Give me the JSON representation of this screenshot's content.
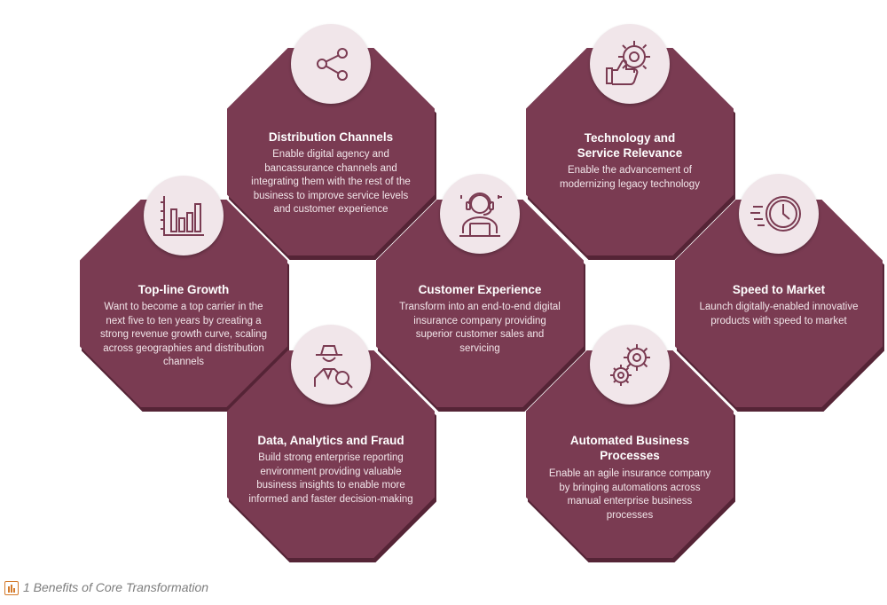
{
  "boxes": {
    "distribution": {
      "title": "Distribution Channels",
      "desc": "Enable digital agency and bancassurance channels and integrating them with the rest of the business to improve service levels and customer experience",
      "icon": "share-icon"
    },
    "technology": {
      "title": "Technology and Service Relevance",
      "desc": "Enable the advancement of modernizing legacy technology",
      "icon": "gear-thumbs-up-icon"
    },
    "topline": {
      "title": "Top-line Growth",
      "desc": "Want to become a top carrier in the next five to ten years by creating a strong revenue growth curve, scaling across geographies and distribution channels",
      "icon": "bar-chart-icon"
    },
    "customer": {
      "title": "Customer Experience",
      "desc": "Transform into an end-to-end digital insurance company providing superior customer sales and servicing",
      "icon": "support-agent-icon"
    },
    "speed": {
      "title": "Speed to Market",
      "desc": "Launch digitally-enabled innovative products with speed to market",
      "icon": "fast-clock-icon"
    },
    "data": {
      "title": "Data, Analytics and Fraud",
      "desc": "Build strong enterprise reporting environment providing valuable business insights to enable more informed and faster decision-making",
      "icon": "detective-icon"
    },
    "automated": {
      "title": "Automated Business Processes",
      "desc": "Enable an agile insurance company by bringing automations across manual enterprise business processes",
      "icon": "gears-icon"
    }
  },
  "caption": "1 Benefits of Core Transformation",
  "colors": {
    "octagon": "#7a3b52",
    "circle": "#f1e6ea",
    "icon": "#7a3b52"
  }
}
